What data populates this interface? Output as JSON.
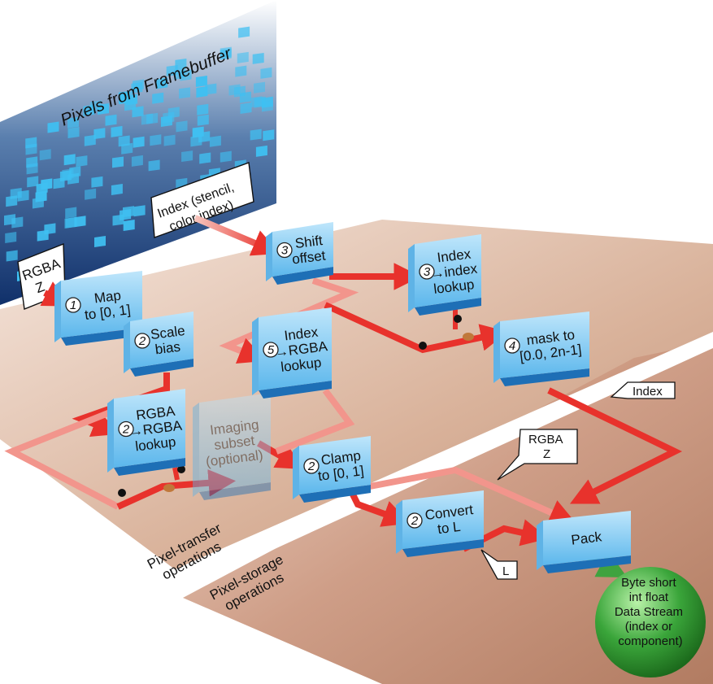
{
  "framebuffer": {
    "title": "Pixels from Framebuffer",
    "callouts": {
      "rgba_z": [
        "RGBA",
        "Z"
      ],
      "index": [
        "Index (stencil,",
        "color index)"
      ]
    }
  },
  "planes": {
    "transfer_label": [
      "Pixel-transfer",
      "operations"
    ],
    "storage_label": [
      "Pixel-storage",
      "operations"
    ]
  },
  "boxes": {
    "map": {
      "num": "1",
      "lines": [
        "Map",
        "to [0, 1]"
      ]
    },
    "scale": {
      "num": "2",
      "lines": [
        "Scale",
        "bias"
      ]
    },
    "rgba_lookup": {
      "num": "2",
      "lines": [
        "RGBA",
        "→RGBA",
        "lookup"
      ]
    },
    "imaging": {
      "lines": [
        "Imaging",
        "subset",
        "(optional)"
      ]
    },
    "shift": {
      "num": "3",
      "lines": [
        "Shift",
        "offset"
      ]
    },
    "index_lookup": {
      "num": "3",
      "lines": [
        "Index",
        "→index",
        "lookup"
      ]
    },
    "index_rgba": {
      "num": "5",
      "lines": [
        "Index",
        "→RGBA",
        "lookup"
      ]
    },
    "mask": {
      "num": "4",
      "lines": [
        "mask to",
        "[0.0, 2n-1]"
      ]
    },
    "clamp": {
      "num": "2",
      "lines": [
        "Clamp",
        "to [0, 1]"
      ]
    },
    "convert": {
      "num": "2",
      "lines": [
        "Convert",
        "to L"
      ]
    },
    "pack": {
      "lines": [
        "Pack"
      ]
    }
  },
  "flags": {
    "index": "Index",
    "rgba_z": [
      "RGBA",
      "Z"
    ],
    "l": "L"
  },
  "output": {
    "lines": [
      "Byte short",
      "int float",
      "Data Stream",
      "(index or",
      "component)"
    ]
  },
  "colors": {
    "arrow": "#e8322c",
    "plane": "#c9957a",
    "box": "#6ec3f0",
    "output": "#2f9a2f",
    "framebuffer": "#1a3d73"
  }
}
